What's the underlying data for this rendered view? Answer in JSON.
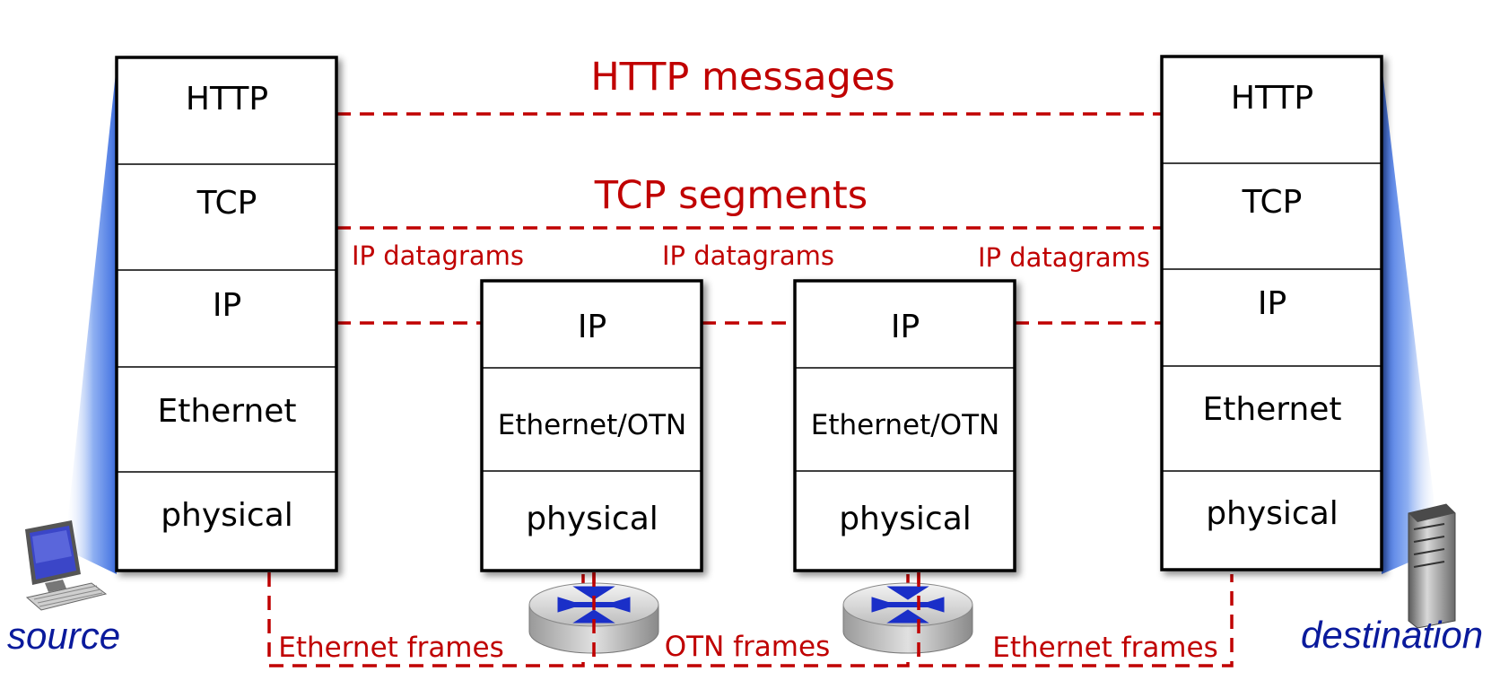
{
  "source_stack": [
    "HTTP",
    "TCP",
    "IP",
    "Ethernet",
    "physical"
  ],
  "router1_stack": [
    "IP",
    "Ethernet/OTN",
    "physical"
  ],
  "router2_stack": [
    "IP",
    "Ethernet/OTN",
    "physical"
  ],
  "destination_stack": [
    "HTTP",
    "TCP",
    "IP",
    "Ethernet",
    "physical"
  ],
  "labels": {
    "http_messages": "HTTP messages",
    "tcp_segments": "TCP segments",
    "ip_datagrams_1": "IP datagrams",
    "ip_datagrams_2": "IP datagrams",
    "ip_datagrams_3": "IP datagrams",
    "ethernet_frames_1": "Ethernet frames",
    "otn_frames": "OTN frames",
    "ethernet_frames_2": "Ethernet frames",
    "source": "source",
    "destination": "destination"
  },
  "colors": {
    "link": "#c00000",
    "caption": "#0a1a9c",
    "glow": "#3f6fe0",
    "router_icon": "#1a2fc8"
  },
  "icons": [
    "desktop-computer-icon",
    "router-icon",
    "server-tower-icon"
  ]
}
